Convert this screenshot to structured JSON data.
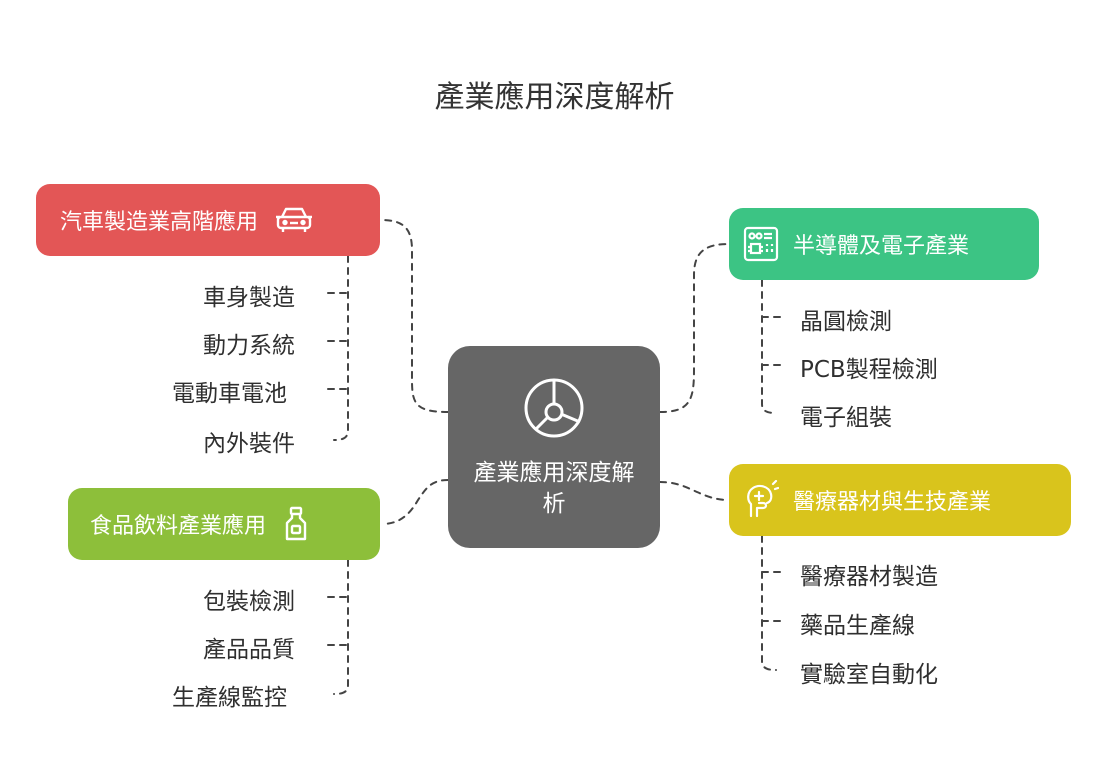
{
  "title": "產業應用深度解析",
  "center": {
    "label": "產業應用深度解析"
  },
  "branches": {
    "auto": {
      "label": "汽車製造業高階應用",
      "icon": "car-icon",
      "color": "#e35656",
      "items": [
        "車身製造",
        "動力系統",
        "電動車電池",
        "內外裝件"
      ]
    },
    "food": {
      "label": "食品飲料產業應用",
      "icon": "bottle-icon",
      "color": "#8dbf3a",
      "items": [
        "包裝檢測",
        "產品品質",
        "生產線監控"
      ]
    },
    "semi": {
      "label": "半導體及電子產業",
      "icon": "chip-icon",
      "color": "#3cc484",
      "items": [
        "晶圓檢測",
        "PCB製程檢測",
        "電子組裝"
      ]
    },
    "med": {
      "label": "醫療器材與生技產業",
      "icon": "medical-hand-icon",
      "color": "#d9c41c",
      "items": [
        "醫療器材製造",
        "藥品生產線",
        "實驗室自動化"
      ]
    }
  }
}
